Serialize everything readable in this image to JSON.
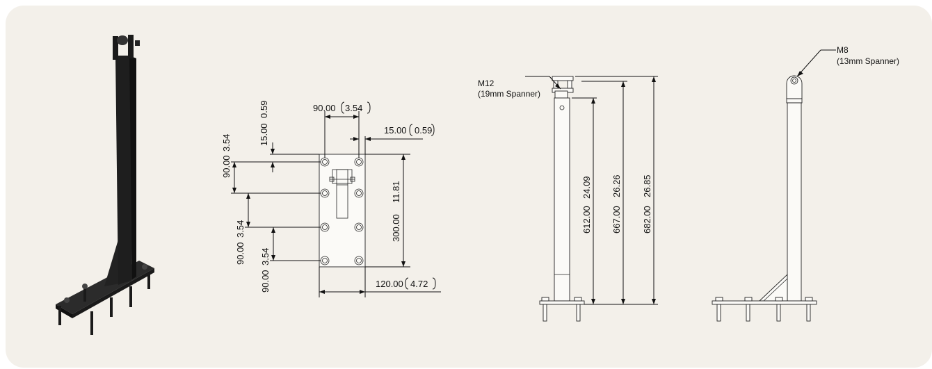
{
  "colors": {
    "background": "#f3f0ea",
    "line": "#111111",
    "post": "#1c1c1c"
  },
  "plan_view": {
    "dims": {
      "top_width_mm": "90.00",
      "top_width_in": "3.54",
      "edge_offset_mm": "15.00",
      "edge_offset_in": "0.59",
      "top_edge_mm": "15.00",
      "top_edge_in": "0.59",
      "spacing1_mm": "90.00",
      "spacing1_in": "3.54",
      "spacing2_mm": "90.00",
      "spacing2_in": "3.54",
      "spacing3_mm": "90.00",
      "spacing3_in": "3.54",
      "height_mm": "300.00",
      "height_in": "11.81",
      "width_mm": "120.00",
      "width_in": "4.72"
    }
  },
  "side_view": {
    "callout_line1": "M12",
    "callout_line2": "(19mm Spanner)",
    "dims": {
      "h1_mm": "612.00",
      "h1_in": "24.09",
      "h2_mm": "667.00",
      "h2_in": "26.26",
      "h3_mm": "682.00",
      "h3_in": "26.85"
    }
  },
  "end_view": {
    "callout_line1": "M8",
    "callout_line2": "(13mm Spanner)"
  }
}
